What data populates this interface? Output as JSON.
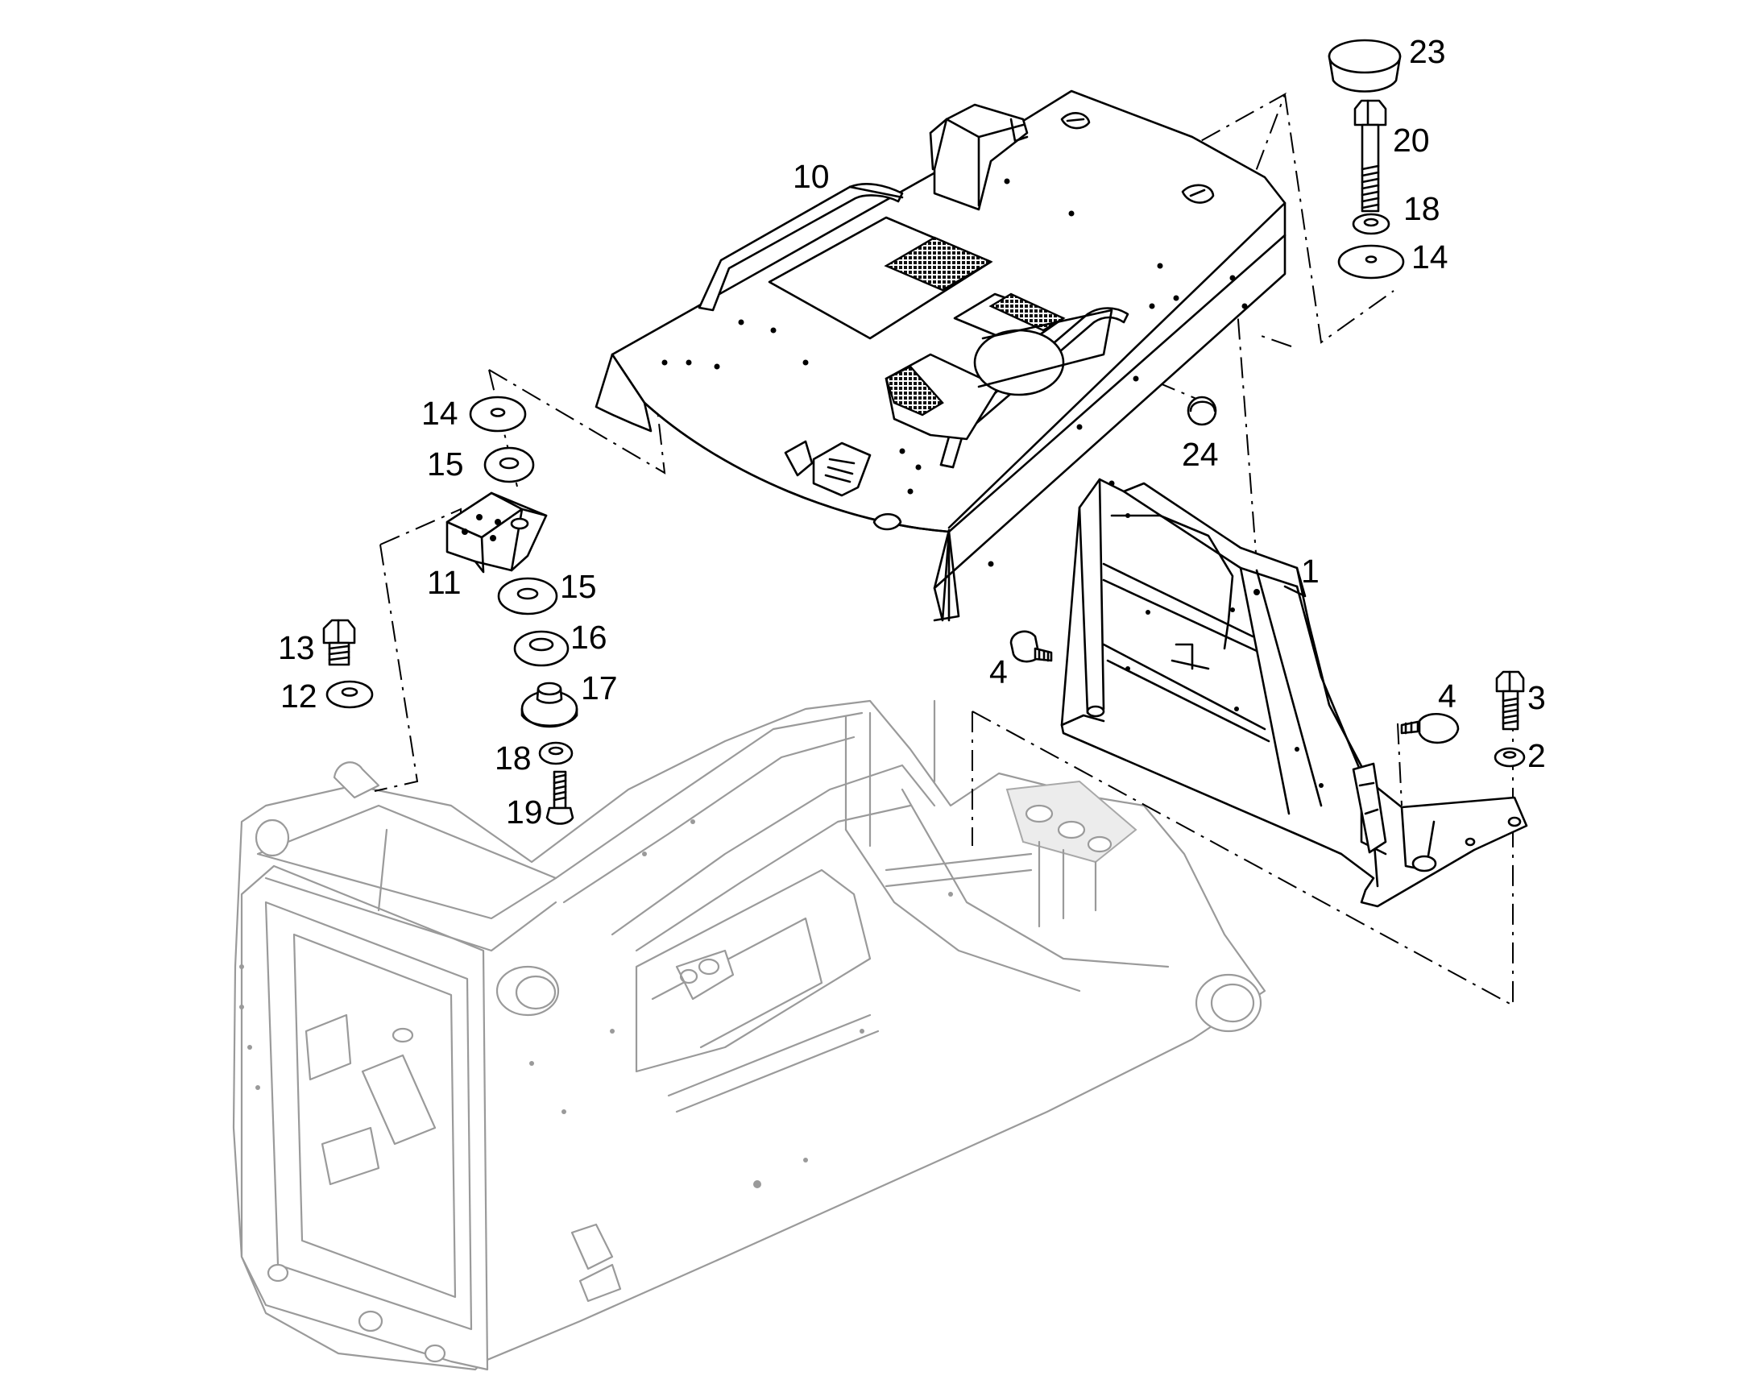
{
  "callouts": [
    {
      "id": "1",
      "text": "1"
    },
    {
      "id": "2",
      "text": "2"
    },
    {
      "id": "3",
      "text": "3"
    },
    {
      "id": "4a",
      "text": "4"
    },
    {
      "id": "4b",
      "text": "4"
    },
    {
      "id": "10",
      "text": "10"
    },
    {
      "id": "11",
      "text": "11"
    },
    {
      "id": "12",
      "text": "12"
    },
    {
      "id": "13",
      "text": "13"
    },
    {
      "id": "14a",
      "text": "14"
    },
    {
      "id": "14b",
      "text": "14"
    },
    {
      "id": "15a",
      "text": "15"
    },
    {
      "id": "15b",
      "text": "15"
    },
    {
      "id": "16",
      "text": "16"
    },
    {
      "id": "17",
      "text": "17"
    },
    {
      "id": "18a",
      "text": "18"
    },
    {
      "id": "18b",
      "text": "18"
    },
    {
      "id": "19",
      "text": "19"
    },
    {
      "id": "20",
      "text": "20"
    },
    {
      "id": "23",
      "text": "23"
    },
    {
      "id": "24",
      "text": "24"
    }
  ],
  "colors": {
    "ink": "#000000",
    "ghost_frame": "#9a9a9a",
    "background": "#ffffff"
  }
}
